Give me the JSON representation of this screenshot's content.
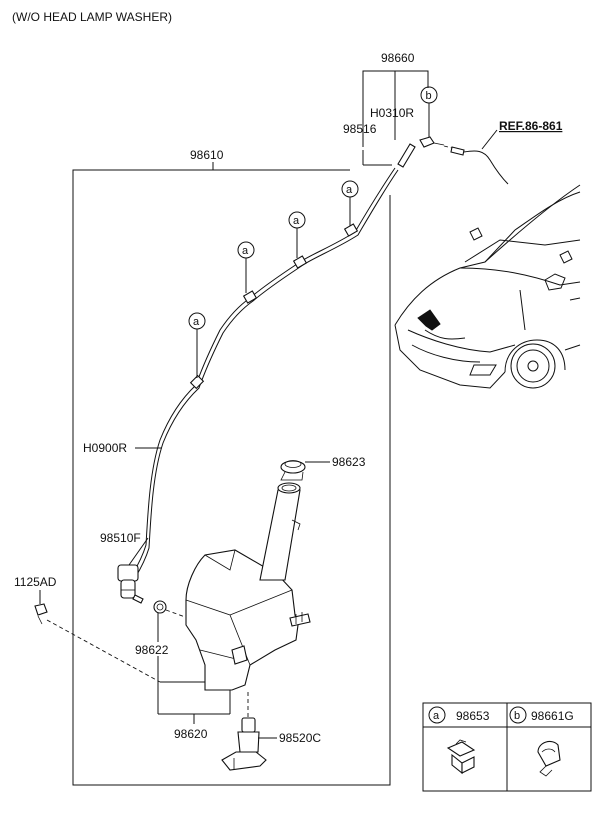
{
  "header": {
    "variant_note": "(W/O HEAD LAMP WASHER)"
  },
  "parts": {
    "p98660": "98660",
    "h0310r": "H0310R",
    "p98516": "98516",
    "ref": "REF.86-861",
    "p98610": "98610",
    "h0900r": "H0900R",
    "p98623": "98623",
    "p98510f": "98510F",
    "p1125ad": "1125AD",
    "p98622": "98622",
    "p98620": "98620",
    "p98520c": "98520C"
  },
  "callouts": {
    "a": "a",
    "b": "b"
  },
  "legend": {
    "a_key": "a",
    "a_part": "98653",
    "b_key": "b",
    "b_part": "98661G"
  }
}
